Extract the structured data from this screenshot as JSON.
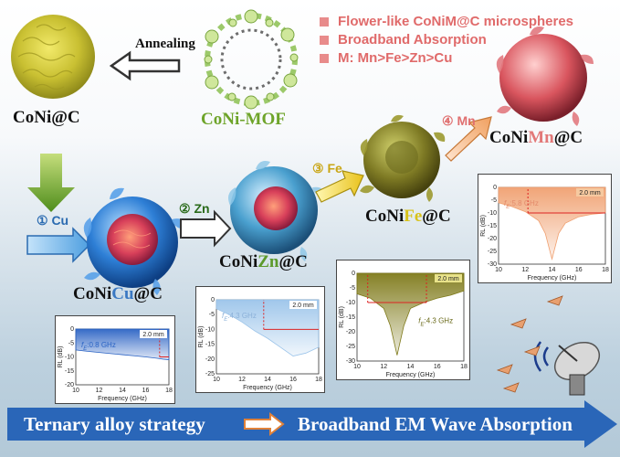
{
  "bullets": [
    "Flower-like CoNiM@C microspheres",
    "Broadband Absorption",
    "M: Mn>Fe>Zn>Cu"
  ],
  "annealing": "Annealing",
  "labels": {
    "coni_c": "CoNi@C",
    "coni_mof": "CoNi-MOF",
    "cu": {
      "pre": "CoNi",
      "m": "Cu",
      "post": "@C"
    },
    "zn": {
      "pre": "CoNi",
      "m": "Zn",
      "post": "@C"
    },
    "fe": {
      "pre": "CoNi",
      "m": "Fe",
      "post": "@C"
    },
    "mn": {
      "pre": "CoNi",
      "m": "Mn",
      "post": "@C"
    }
  },
  "steps": {
    "s1": "① Cu",
    "s2": "② Zn",
    "s3": "③ Fe",
    "s4": "④ Mn"
  },
  "banner": {
    "left": "Ternary alloy strategy",
    "right": "Broadband EM Wave Absorption"
  },
  "colors": {
    "cu": "#3a78c2",
    "zn": "#5c9a2c",
    "fe": "#d8c21a",
    "mn": "#e27878",
    "banner": "#2a66b8"
  },
  "chart_data": [
    {
      "type": "area",
      "id": "cu",
      "thickness": "2.0 mm",
      "fe_label": "f",
      "fe_sub": "E",
      "fe_value": ":0.8 GHz",
      "xlabel": "Frequency (GHz)",
      "ylabel": "RL (dB)",
      "xlim": [
        10,
        18
      ],
      "ylim": [
        0,
        -20
      ],
      "xticks": [
        "10",
        "12",
        "14",
        "16",
        "18"
      ],
      "yticks": [
        "0",
        "-5",
        "-10",
        "-15",
        "-20"
      ],
      "x": [
        10,
        11,
        12,
        13,
        14,
        15,
        16,
        17,
        17.5,
        18
      ],
      "y": [
        -7.5,
        -8,
        -8.4,
        -8.8,
        -9.2,
        -9.6,
        -10,
        -10.5,
        -10.8,
        -11
      ],
      "threshold": -10,
      "band": [
        17.2,
        18
      ],
      "fill": "#2b63c4"
    },
    {
      "type": "area",
      "id": "zn",
      "thickness": "2.0 mm",
      "fe_label": "f",
      "fe_sub": "E",
      "fe_value": ":4.3 GHz",
      "xlabel": "Frequency (GHz)",
      "ylabel": "RL (dB)",
      "xlim": [
        10,
        18
      ],
      "ylim": [
        0,
        -25
      ],
      "xticks": [
        "10",
        "12",
        "14",
        "16",
        "18"
      ],
      "yticks": [
        "0",
        "-5",
        "-10",
        "-15",
        "-20",
        "-25"
      ],
      "x": [
        10,
        11,
        12,
        13,
        14,
        15,
        16,
        17,
        18
      ],
      "y": [
        -3,
        -5,
        -7.5,
        -10.5,
        -13,
        -16,
        -19,
        -18,
        -16
      ],
      "threshold": -10,
      "band": [
        13.7,
        18
      ],
      "fill": "#9bc4ea"
    },
    {
      "type": "area",
      "id": "fe",
      "thickness": "2.0 mm",
      "fe_label": "f",
      "fe_sub": "E",
      "fe_value": ":4.3 GHz",
      "xlabel": "Frequency (GHz)",
      "ylabel": "RL (dB)",
      "xlim": [
        10,
        18
      ],
      "ylim": [
        0,
        -30
      ],
      "xticks": [
        "10",
        "12",
        "14",
        "16",
        "18"
      ],
      "yticks": [
        "0",
        "-5",
        "-10",
        "-15",
        "-20",
        "-25",
        "-30"
      ],
      "x": [
        10,
        11,
        12,
        12.5,
        13,
        13.5,
        14,
        15,
        16,
        17,
        18
      ],
      "y": [
        -7,
        -8.5,
        -12,
        -18,
        -28,
        -18,
        -12,
        -10,
        -8.5,
        -7.5,
        -6
      ],
      "threshold": -10,
      "band": [
        10.8,
        15.2
      ],
      "fill": "#7f7a1a"
    },
    {
      "type": "area",
      "id": "mn",
      "thickness": "2.0 mm",
      "fe_label": "f",
      "fe_sub": "E",
      "fe_value": ":5.8 GHz",
      "xlabel": "Frequency (GHz)",
      "ylabel": "RL (dB)",
      "xlim": [
        10,
        18
      ],
      "ylim": [
        0,
        -30
      ],
      "xticks": [
        "10",
        "12",
        "14",
        "16",
        "18"
      ],
      "yticks": [
        "0",
        "-5",
        "-10",
        "-15",
        "-20",
        "-25",
        "-30"
      ],
      "x": [
        10,
        11,
        12,
        13,
        13.5,
        14,
        14.5,
        15,
        16,
        17,
        18
      ],
      "y": [
        -6,
        -7.5,
        -9.5,
        -13,
        -18,
        -28,
        -18,
        -14,
        -11.5,
        -10.5,
        -10
      ],
      "threshold": -10,
      "band": [
        12.2,
        18
      ],
      "fill": "#f0a070"
    }
  ]
}
